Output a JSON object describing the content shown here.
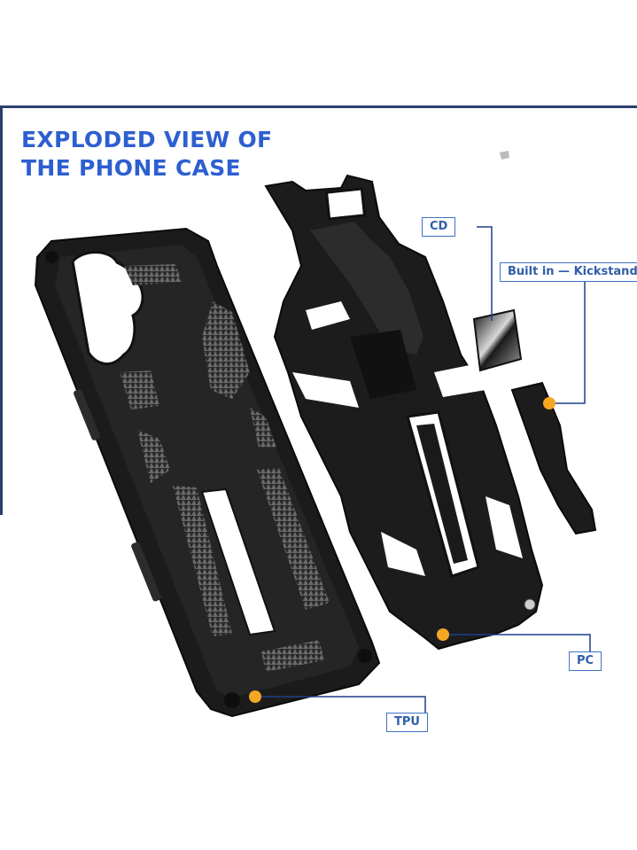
{
  "headline": {
    "line1": "EXPLODED VIEW OF",
    "line2": "THE PHONE CASE"
  },
  "labels": {
    "cd": "CD",
    "kickstand": "Built in — Kickstand",
    "pc": "PC",
    "tpu": "TPU"
  },
  "colors": {
    "headline": "#2d5fd0",
    "label_border": "#3f73c6",
    "label_text": "#2f5ea8",
    "callout_dot": "#f5a623",
    "case_black": "#1b1b1b"
  }
}
